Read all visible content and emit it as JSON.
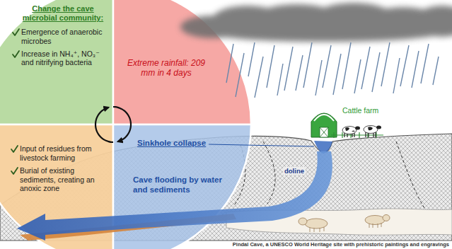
{
  "diagram": {
    "caption": "Pindal Cave, a UNESCO World Heritage site with prehistoric paintings and engravings",
    "nodes": [
      {
        "text": [
          "Change the cave microbial community:",
          "Emergence of anaerobic microbes",
          "Increase in NH₄⁺, NO₃⁻ and nitrifying bacteria"
        ]
      },
      {
        "text": [
          "Extreme rainfall: 209 mm in 4 days"
        ]
      },
      {
        "text": [
          "Input of residues from livestock farming",
          "Burial of existing sediments, creating an anoxic zone"
        ]
      },
      {
        "text": [
          "Sinkhole collapse",
          "Cave flooding by water and sediments"
        ]
      }
    ],
    "edges": [
      {
        "from": 1,
        "to": 3,
        "arrow": "to"
      },
      {
        "from": 2,
        "to": 0,
        "arrow": "to"
      }
    ],
    "labels": [
      "Cattle farm",
      "doline"
    ]
  }
}
